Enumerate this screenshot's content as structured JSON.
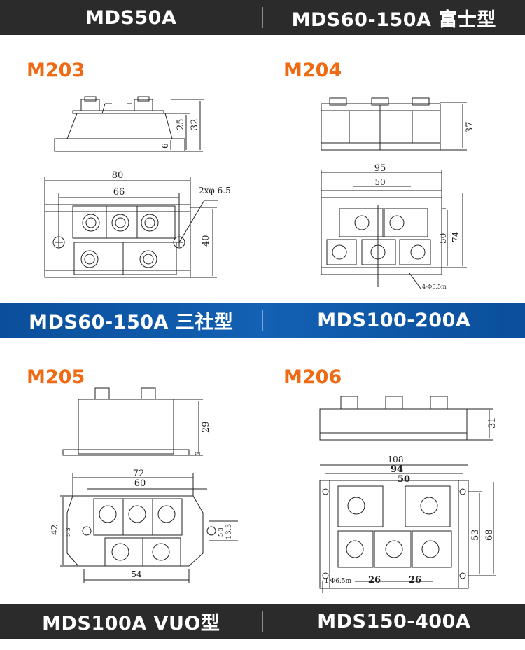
{
  "colors": {
    "bar_dark": "#2b2b2b",
    "bar_blue": "#0f58a8",
    "model_orange": "#ee6a14"
  },
  "headers": {
    "top": [
      "MDS50A",
      "MDS60-150A 富士型"
    ],
    "middle": [
      "MDS60-150A 三社型",
      "MDS100-200A"
    ],
    "bottom": [
      "MDS100A VUO型",
      "MDS150-400A"
    ]
  },
  "panels": {
    "m203": {
      "model": "M203",
      "dims": {
        "h25": "25",
        "h32": "32",
        "h6": "6",
        "w80": "80",
        "w66": "66",
        "hole": "2xφ 6.5",
        "h40": "40"
      }
    },
    "m204": {
      "model": "M204",
      "dims": {
        "h37": "37",
        "w95": "95",
        "w50": "50",
        "h50": "50",
        "h74": "74",
        "hole": "4-Φ5.5m"
      }
    },
    "m205": {
      "model": "M205",
      "dims": {
        "h29": "29",
        "h3": "3",
        "w72": "72",
        "w60": "60",
        "h42": "42",
        "h53": "5.3",
        "h53b": "5.3",
        "h133": "13.3",
        "w54": "54"
      }
    },
    "m206": {
      "model": "M206",
      "dims": {
        "h31": "31",
        "w108": "108",
        "w94": "94",
        "w50": "50",
        "h53": "53",
        "h68": "68",
        "hole": "4-Φ6.5m",
        "w26a": "26",
        "w26b": "26"
      }
    }
  }
}
